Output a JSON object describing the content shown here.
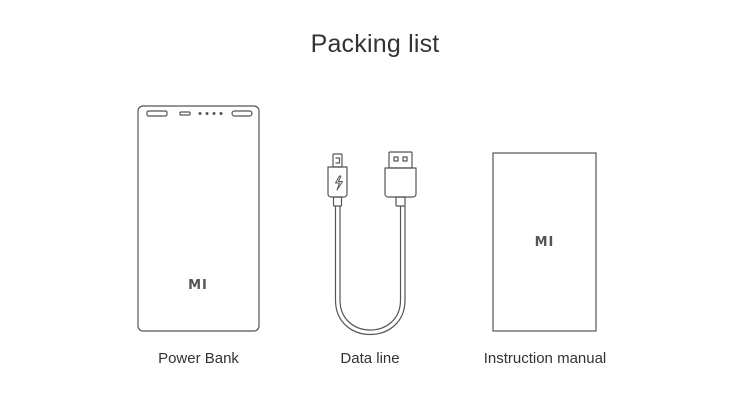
{
  "title": "Packing list",
  "items": [
    {
      "label": "Power Bank",
      "logo": "MI"
    },
    {
      "label": "Data line"
    },
    {
      "label": "Instruction manual",
      "logo": "MI"
    }
  ],
  "colors": {
    "stroke": "#555555",
    "text": "#333333",
    "background": "#ffffff"
  }
}
